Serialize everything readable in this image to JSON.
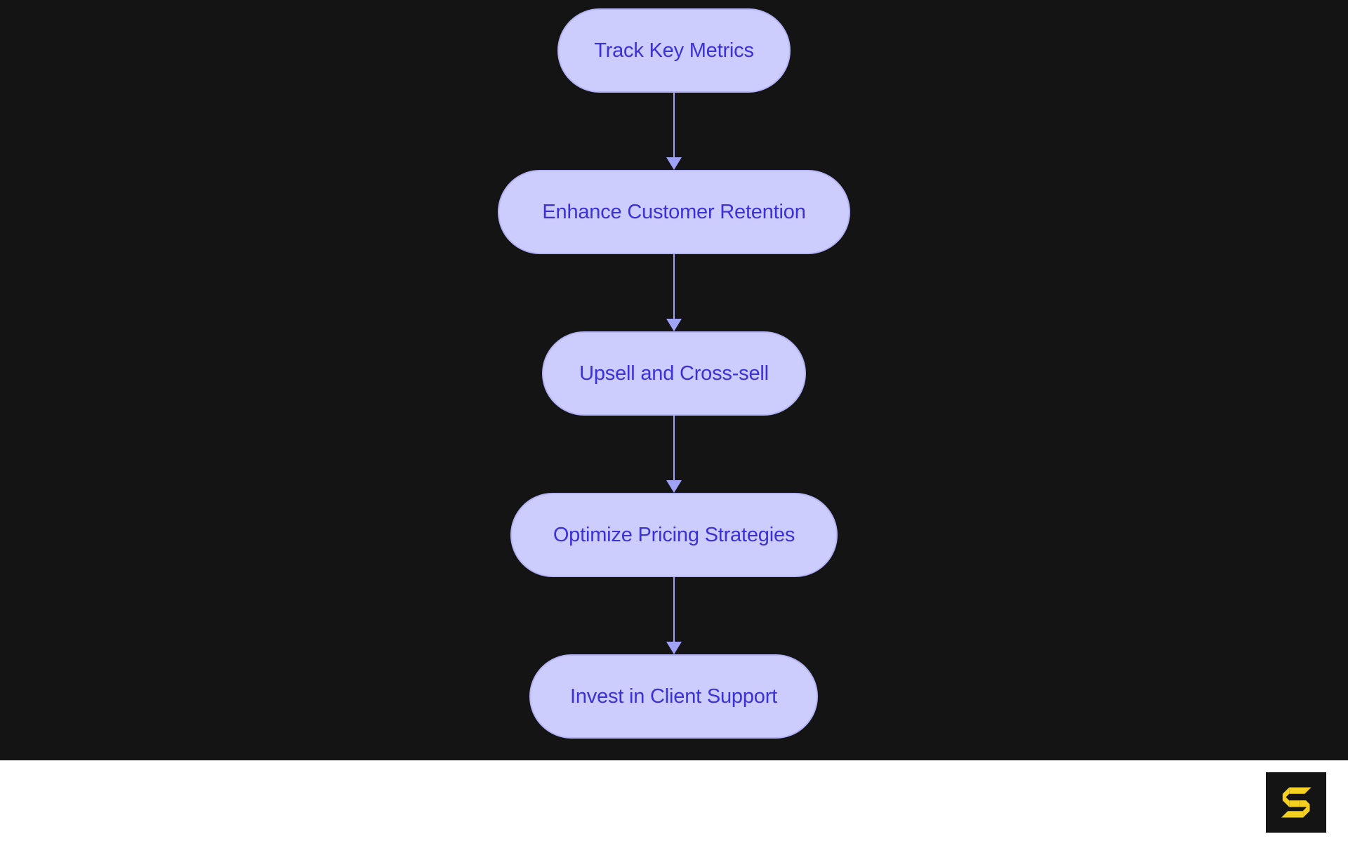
{
  "diagram": {
    "type": "flowchart",
    "orientation": "top-to-bottom",
    "background_color": "#141414",
    "node_fill_color": "#ccccfd",
    "node_border_color": "#b4b4f8",
    "node_text_color": "#3b31d8",
    "connector_color": "#a0a3f5",
    "nodes": [
      {
        "id": "n0",
        "label": "Track Key Metrics"
      },
      {
        "id": "n1",
        "label": "Enhance Customer Retention"
      },
      {
        "id": "n2",
        "label": "Upsell and Cross-sell"
      },
      {
        "id": "n3",
        "label": "Optimize Pricing Strategies"
      },
      {
        "id": "n4",
        "label": "Invest in Client Support"
      }
    ],
    "edges": [
      {
        "from": "n0",
        "to": "n1",
        "label": ""
      },
      {
        "from": "n1",
        "to": "n2",
        "label": ""
      },
      {
        "from": "n2",
        "to": "n3",
        "label": ""
      },
      {
        "from": "n3",
        "to": "n4",
        "label": ""
      }
    ]
  },
  "footer": {
    "background_color": "#ffffff",
    "logo": {
      "icon": "stylized-s-logo",
      "mark_color": "#f5d01e",
      "plate_color": "#141414"
    }
  }
}
